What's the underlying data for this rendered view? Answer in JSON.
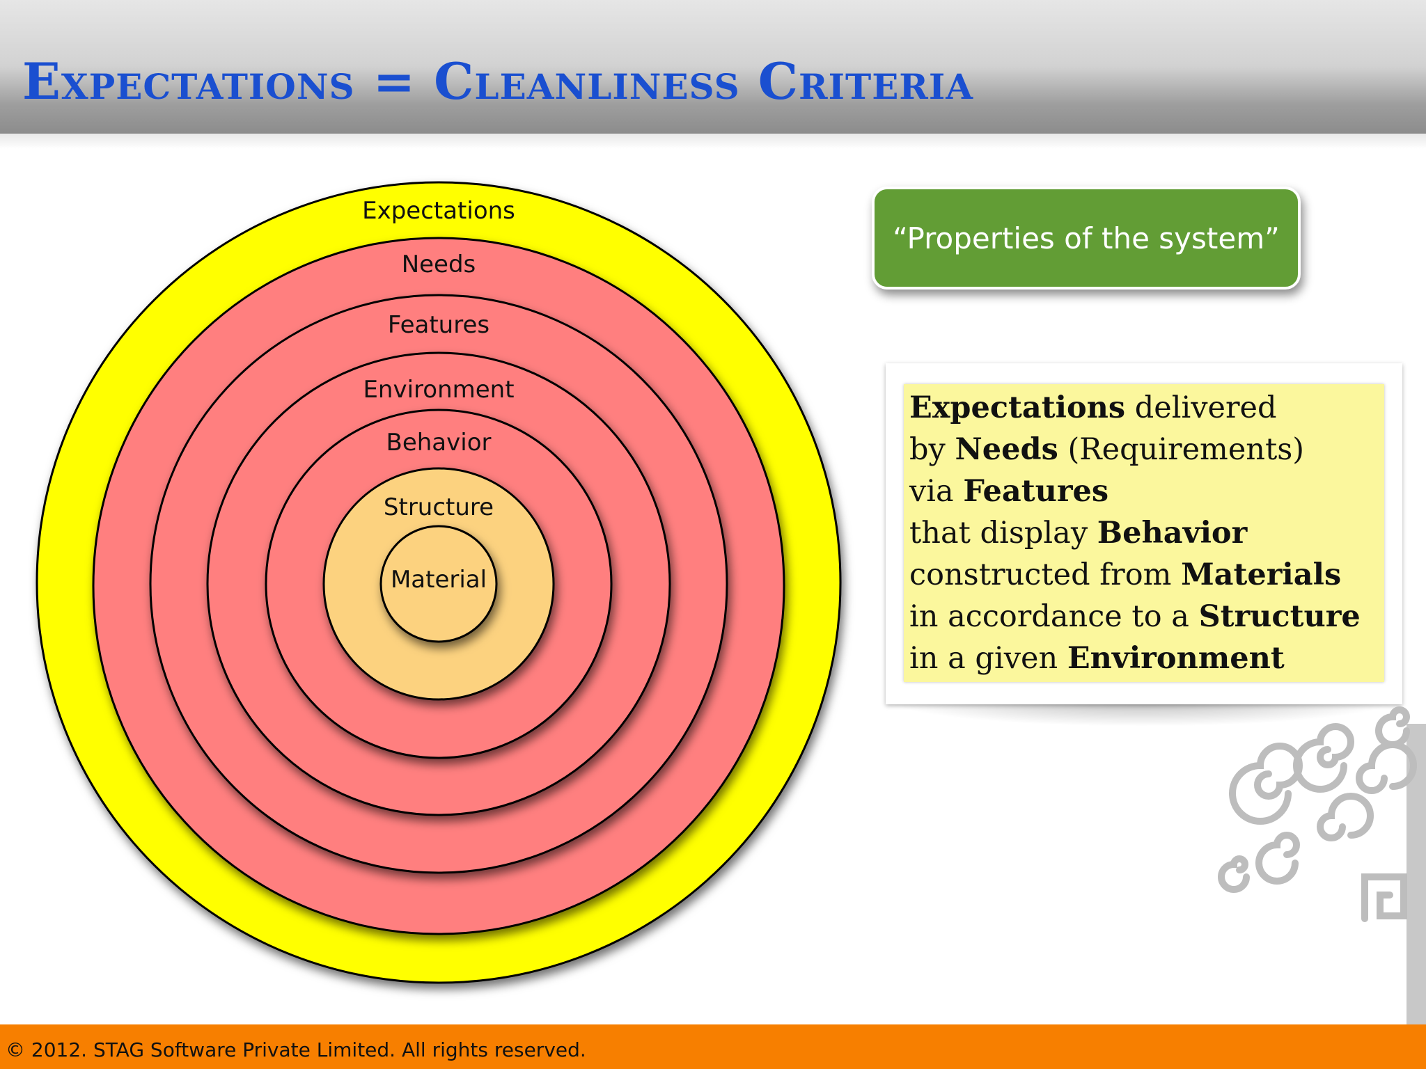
{
  "title": "Expectations = Cleanliness Criteria",
  "rings": [
    {
      "label": "Expectations",
      "fill": "#ffff00"
    },
    {
      "label": "Needs",
      "fill": "#ff7f7f"
    },
    {
      "label": "Features",
      "fill": "#ff7f7f"
    },
    {
      "label": "Environment",
      "fill": "#ff7f7f"
    },
    {
      "label": "Behavior",
      "fill": "#ff7f7f"
    },
    {
      "label": "Structure",
      "fill": "#fcd27f"
    },
    {
      "label": "Material",
      "fill": "#fcd27f"
    }
  ],
  "callout": {
    "text": "“Properties of the system”",
    "color": "#629d35"
  },
  "note": {
    "lines": [
      {
        "bold": "Expectations",
        "rest": " delivered"
      },
      {
        "pre": "by ",
        "bold": "Needs",
        "rest": " (Requirements)"
      },
      {
        "pre": "via ",
        "bold": "Features"
      },
      {
        "pre": "that display ",
        "bold": "Behavior"
      },
      {
        "pre": "constructed from  ",
        "bold": "Materials"
      },
      {
        "pre": "in accordance to a ",
        "bold": "Structure"
      },
      {
        "pre": "in a given ",
        "bold": "Environment"
      }
    ],
    "background": "#fbf79d"
  },
  "footer": {
    "text": "© 2012. STAG Software Private Limited. All rights reserved.",
    "color": "#f77f00"
  }
}
